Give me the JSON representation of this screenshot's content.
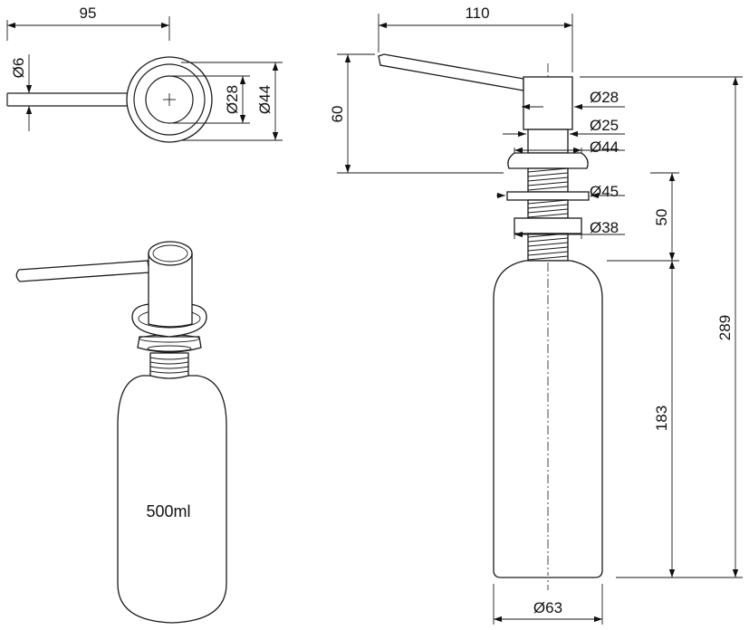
{
  "top_view": {
    "width_label": "95",
    "stem_label": "Ø6",
    "inner_ring_label": "Ø28",
    "outer_ring_label": "Ø44"
  },
  "perspective_view": {
    "capacity_label": "500ml"
  },
  "side_view": {
    "spout_length_label": "110",
    "spout_height_label": "60",
    "head_label": "Ø28",
    "neck_label": "Ø25",
    "collar_label": "Ø44",
    "washer_label": "Ø45",
    "nut_label": "Ø38",
    "thread_length_label": "50",
    "total_height_label": "289",
    "bottle_height_label": "183",
    "bottle_diameter_label": "Ø63"
  }
}
